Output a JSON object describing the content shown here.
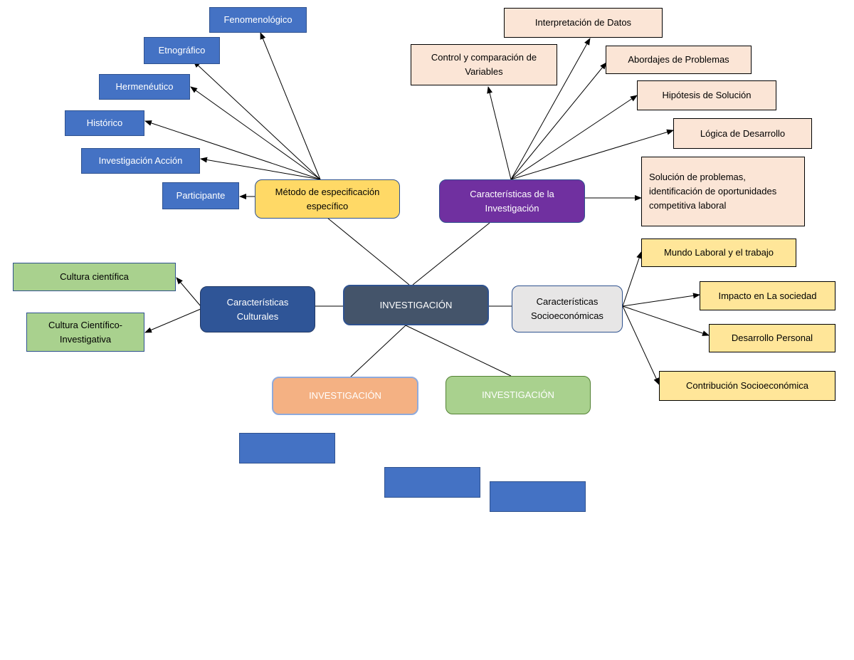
{
  "center": "INVESTIGACIÓN",
  "metodo": {
    "label": "Método de especificación específico",
    "items": [
      "Fenomenológico",
      "Etnográfico",
      "Hermenéutico",
      "Histórico",
      "Investigación Acción",
      "Participante"
    ]
  },
  "caracteristicas_investigacion": {
    "label": "Características de la Investigación",
    "items": [
      "Interpretación de Datos",
      "Control y comparación de Variables",
      "Abordajes de Problemas",
      "Hipótesis de Solución",
      "Lógica de Desarrollo",
      "Solución de problemas, identificación de oportunidades competitiva laboral"
    ]
  },
  "caracteristicas_culturales": {
    "label": "Características Culturales",
    "items": [
      "Cultura científica",
      "Cultura Científico-Investigativa"
    ]
  },
  "caracteristicas_socioeconomicas": {
    "label": "Características Socioeconómicas",
    "items": [
      "Mundo Laboral y el trabajo",
      "Impacto en La sociedad",
      "Desarrollo Personal",
      "Contribución Socioeconómica"
    ]
  },
  "bottom_left": "INVESTIGACIÓN",
  "bottom_right": "INVESTIGACIÓN",
  "colors": {
    "method_items": "#4472c4",
    "method_node": "#ffd966",
    "research_node": "#7030a0",
    "research_items": "#fbe5d6",
    "culture_items": "#a9d18e",
    "culture_node": "#2f5597",
    "center_node": "#44546a",
    "socio_node": "#e7e6e6",
    "socio_items": "#ffe699",
    "bottom_left_node": "#f4b183",
    "bottom_right_node": "#a9d18e"
  }
}
